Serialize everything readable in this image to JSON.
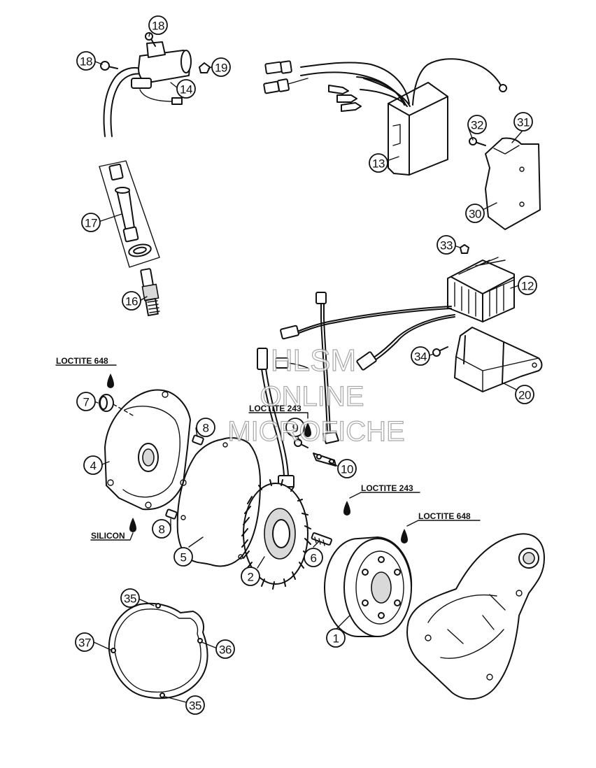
{
  "diagram": {
    "callouts": {
      "c1": "1",
      "c2": "2",
      "c4": "4",
      "c5": "5",
      "c6": "6",
      "c7": "7",
      "c8a": "8",
      "c8b": "8",
      "c9": "9",
      "c10": "10",
      "c12": "12",
      "c13": "13",
      "c14": "14",
      "c16": "16",
      "c17": "17",
      "c18a": "18",
      "c18b": "18",
      "c19": "19",
      "c20": "20",
      "c30": "30",
      "c31": "31",
      "c32": "32",
      "c33": "33",
      "c34": "34",
      "c35a": "35",
      "c35b": "35",
      "c36": "36",
      "c37": "37"
    },
    "notes": {
      "loctite_648_left": "LOCTITE 648",
      "loctite_243_mid": "LOCTITE 243",
      "loctite_243_right": "LOCTITE 243",
      "loctite_648_right": "LOCTITE 648",
      "silicon": "SILICON"
    },
    "watermark": {
      "line1": "HLSM",
      "line2": "ONLINE",
      "line3": "MICROFICHE"
    }
  }
}
